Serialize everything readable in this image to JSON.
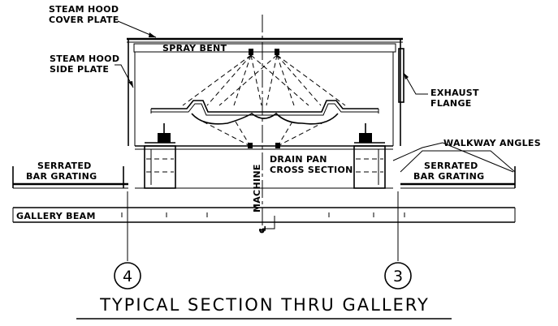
{
  "labels": {
    "steam_hood_cover_plate_l1": "STEAM HOOD",
    "steam_hood_cover_plate_l2": "COVER PLATE",
    "steam_hood_side_plate_l1": "STEAM HOOD",
    "steam_hood_side_plate_l2": "SIDE PLATE",
    "spray_bent": "SPRAY BENT",
    "exhaust_flange_l1": "EXHAUST",
    "exhaust_flange_l2": "FLANGE",
    "walkway_angles": "WALKWAY ANGLES",
    "serrated_left_l1": "SERRATED",
    "serrated_left_l2": "BAR GRATING",
    "serrated_right_l1": "SERRATED",
    "serrated_right_l2": "BAR GRATING",
    "drain_pan_l1": "DRAIN PAN",
    "drain_pan_l2": "CROSS SECTION",
    "gallery_beam": "GALLERY BEAM",
    "machine": "MACHINE",
    "centerline_symbol": "℄"
  },
  "gridlines": {
    "left": "4",
    "right": "3"
  },
  "title": "TYPICAL SECTION THRU GALLERY"
}
